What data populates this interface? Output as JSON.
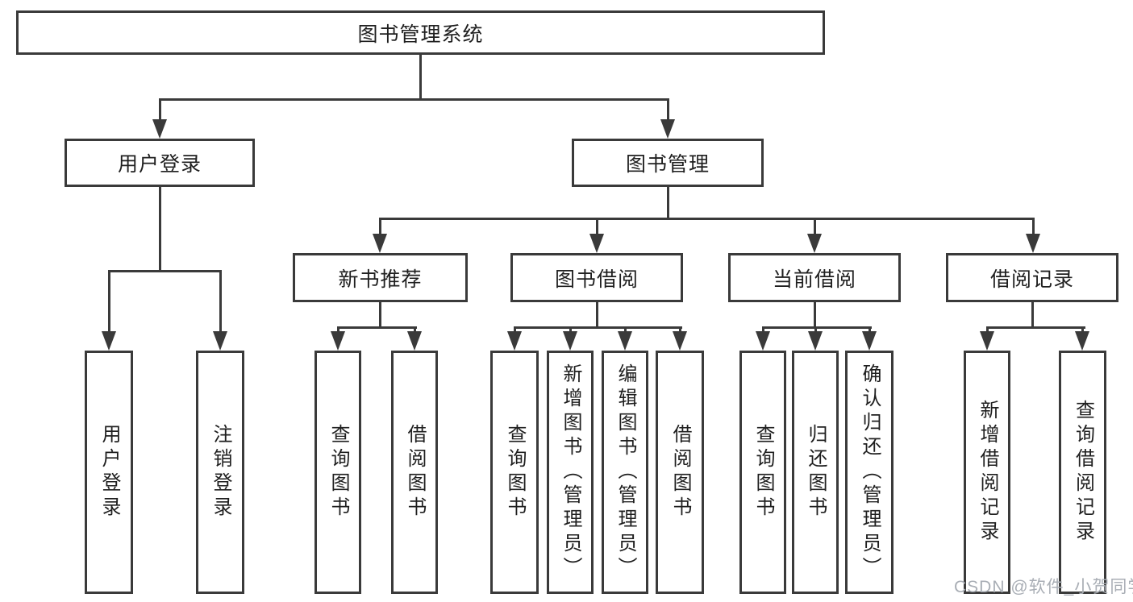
{
  "tree": {
    "root": {
      "label": "图书管理系统"
    },
    "children": [
      {
        "label": "用户登录",
        "children": [
          {
            "label": "用户登录"
          },
          {
            "label": "注销登录"
          }
        ]
      },
      {
        "label": "图书管理",
        "children": [
          {
            "label": "新书推荐",
            "children": [
              {
                "label": "查询图书"
              },
              {
                "label": "借阅图书"
              }
            ]
          },
          {
            "label": "图书借阅",
            "children": [
              {
                "label": "查询图书"
              },
              {
                "label": "新增图书（管理员）"
              },
              {
                "label": "编辑图书（管理员）"
              },
              {
                "label": "借阅图书"
              }
            ]
          },
          {
            "label": "当前借阅",
            "children": [
              {
                "label": "查询图书"
              },
              {
                "label": "归还图书"
              },
              {
                "label": "确认归还（管理员）"
              }
            ]
          },
          {
            "label": "借阅记录",
            "children": [
              {
                "label": "新增借阅记录"
              },
              {
                "label": "查询借阅记录"
              }
            ]
          }
        ]
      }
    ]
  },
  "watermark": "CSDN @软件_小贺同学",
  "colors": {
    "line": "#3a3a3a",
    "text": "#1f1f1f",
    "background": "#ffffff",
    "watermark": "#a9aeb5"
  }
}
